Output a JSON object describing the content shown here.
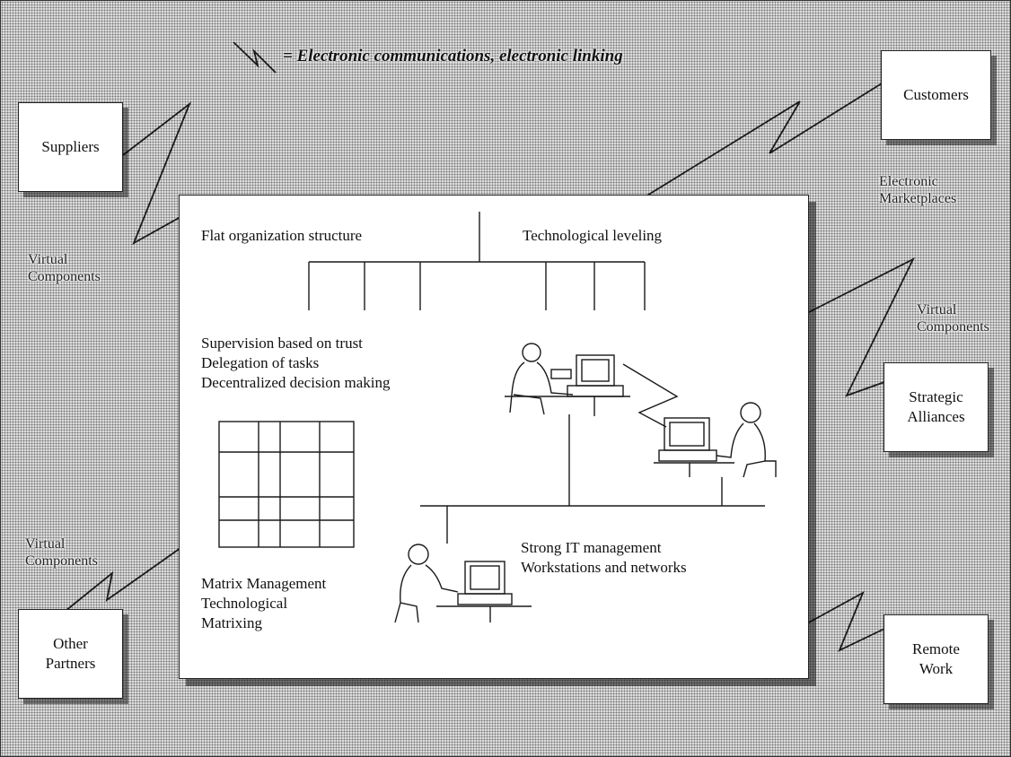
{
  "legend": {
    "text": "= Electronic communications, electronic linking",
    "symbol": "lightning-bolt-icon"
  },
  "partners": {
    "suppliers": "Suppliers",
    "customers": "Customers",
    "strategic_alliances": "Strategic\nAlliances",
    "other_partners": "Other\nPartners",
    "remote_work": "Remote\nWork"
  },
  "link_labels": {
    "virtual_components_left": "Virtual\nComponents",
    "electronic_marketplaces": "Electronic\nMarketplaces",
    "virtual_components_right": "Virtual\nComponents",
    "virtual_components_bottom": "Virtual\nComponents"
  },
  "organization": {
    "flat_structure": "Flat organization structure",
    "technological_leveling": "Technological leveling",
    "supervision": "Supervision based on trust\nDelegation of tasks\nDecentralized decision making",
    "matrix": "Matrix Management\nTechnological\nMatrixing",
    "it_management": "Strong IT management\nWorkstations and networks"
  },
  "icons": [
    "workstation-user-icon",
    "workstation-user-icon",
    "workstation-user-icon"
  ],
  "colors": {
    "background": "#c9c9c9",
    "line": "#1a1a1a",
    "panel": "#ffffff"
  }
}
